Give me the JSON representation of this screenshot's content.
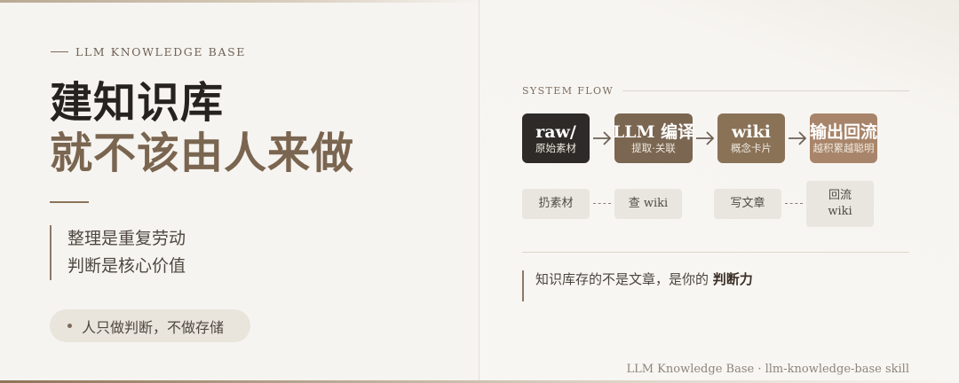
{
  "left": {
    "kicker": "LLM KNOWLEDGE BASE",
    "headline_line1": "建知识库",
    "headline_line2": "就不该由人来做",
    "quote_lines": [
      "整理是重复劳动",
      "判断是核心价值"
    ],
    "pill_text": "人只做判断，不做存储"
  },
  "flow": {
    "label": "SYSTEM FLOW",
    "nodes": [
      {
        "title": "raw/",
        "subtitle": "原始素材",
        "color": "#2d2a27"
      },
      {
        "title": "LLM 编译",
        "subtitle": "提取·关联",
        "color": "#7a6651"
      },
      {
        "title": "wiki",
        "subtitle": "概念卡片",
        "color": "#8a7257"
      },
      {
        "title": "输出回流",
        "subtitle": "越积累越聪明",
        "color": "#a8856a"
      }
    ],
    "chips": [
      {
        "lines": [
          "扔素材"
        ]
      },
      {
        "lines": [
          "查 wiki"
        ]
      },
      {
        "lines": [
          "写文章"
        ]
      },
      {
        "lines": [
          "回流",
          "wiki"
        ]
      }
    ]
  },
  "note": {
    "prefix": "知识库存的不是文章，是你的",
    "emphasis": "判断力"
  },
  "footer": "LLM Knowledge Base · llm-knowledge-base skill",
  "colors": {
    "accent_brown": "#7a6550",
    "dark": "#25221f",
    "background": "#f7f5f1"
  }
}
